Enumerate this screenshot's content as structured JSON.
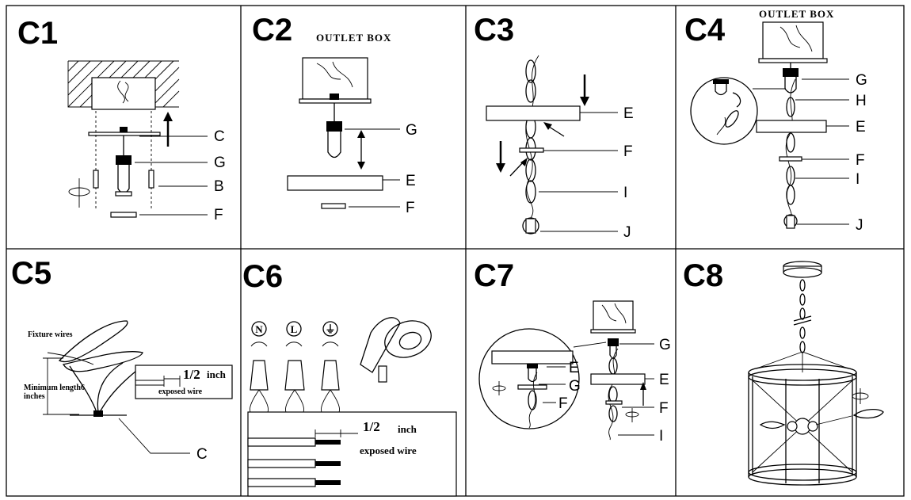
{
  "panels": {
    "c1": {
      "title": "C1",
      "labels": [
        "C",
        "G",
        "B",
        "F"
      ]
    },
    "c2": {
      "title": "C2",
      "caption": "OUTLET BOX",
      "labels": [
        "G",
        "E",
        "F"
      ]
    },
    "c3": {
      "title": "C3",
      "labels": [
        "E",
        "F",
        "I",
        "J"
      ]
    },
    "c4": {
      "title": "C4",
      "caption": "OUTLET BOX",
      "labels": [
        "G",
        "H",
        "E",
        "F",
        "I",
        "J"
      ]
    },
    "c5": {
      "title": "C5",
      "fixture_wires": "Fixture wires",
      "length_note_1": "Minimum length6",
      "length_note_2": "inches",
      "half_inch": "1/2",
      "inch": "inch",
      "exposed_wire": "exposed wire",
      "label": "C"
    },
    "c6": {
      "title": "C6",
      "wire_marks": [
        "N",
        "L",
        "⏚"
      ],
      "half_inch": "1/2",
      "inch": "inch",
      "exposed_wire": "exposed wire"
    },
    "c7": {
      "title": "C7",
      "labels_zoom": [
        "E",
        "G",
        "F"
      ],
      "labels": [
        "G",
        "E",
        "F",
        "I"
      ]
    },
    "c8": {
      "title": "C8"
    }
  }
}
